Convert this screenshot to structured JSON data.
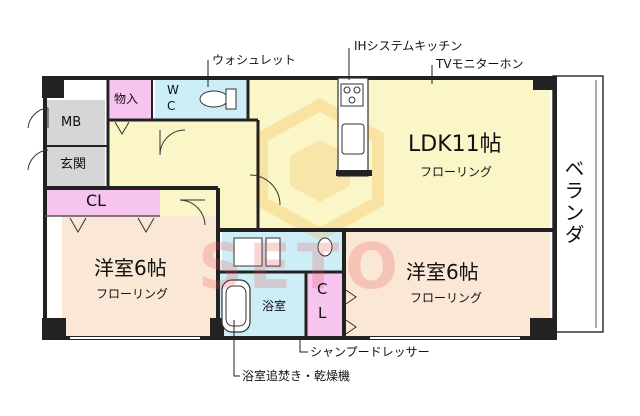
{
  "colors": {
    "wall": "#222222",
    "ldk": "#fbf6c7",
    "hall": "#fbf6c7",
    "bedroom": "#fbe7d6",
    "storage": "#f6c4ef",
    "wet": "#cdeef7",
    "gray": "#d6d6d6",
    "watermark_orange": "#f0a020",
    "watermark_red": "#e84a4a"
  },
  "rooms": {
    "ldk": {
      "title": "LDK11帖",
      "floor": "フローリング"
    },
    "bedroom_left": {
      "title": "洋室6帖",
      "floor": "フローリング"
    },
    "bedroom_right": {
      "title": "洋室6帖",
      "floor": "フローリング"
    },
    "balcony": "ベランダ",
    "mb": "MB",
    "entrance": "玄関",
    "storage_in": "物入",
    "wc_top": "W",
    "wc_bottom": "C",
    "cl_left": "CL",
    "cl_right_top": "C",
    "cl_right_bottom": "L",
    "bath": "浴室"
  },
  "callouts": {
    "washlet": "ウォシュレット",
    "ih_kitchen": "IHシステムキッチン",
    "tv_monitor": "TVモニターホン",
    "shampoo_dresser": "シャンプードレッサー",
    "bath_reheat": "浴室追焚き・乾燥機"
  },
  "watermark": "SETO"
}
